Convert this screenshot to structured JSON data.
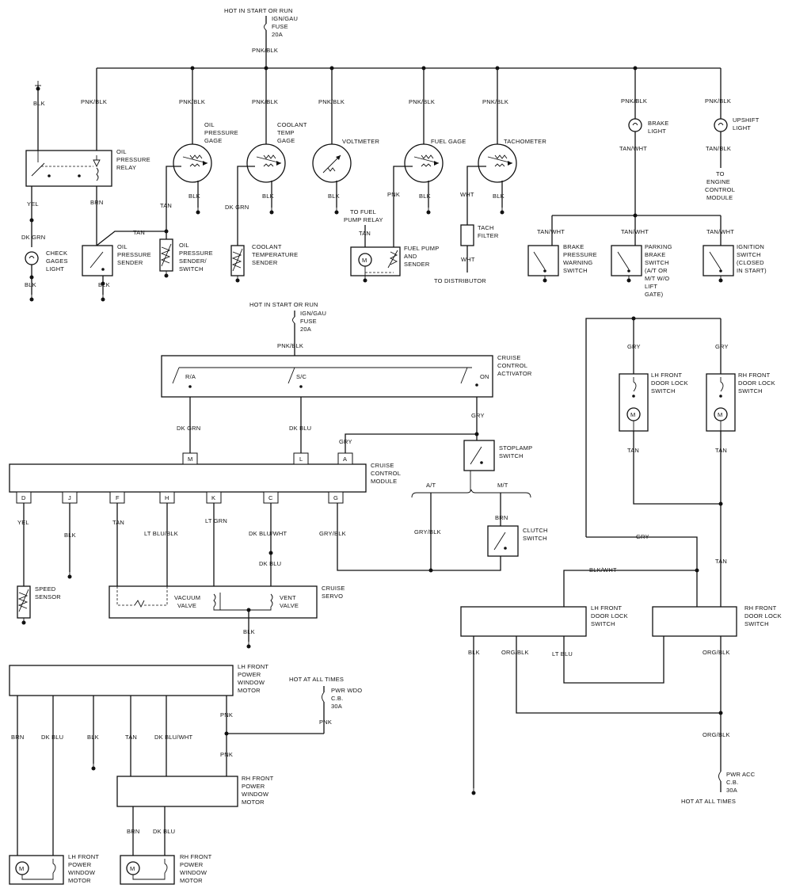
{
  "section1": {
    "power_title": "HOT IN START OR RUN",
    "fuse": [
      "IGN/GAU",
      "FUSE",
      "20A"
    ],
    "bus_wire": "PNK/BLK",
    "relay": [
      "OIL",
      "PRESSURE",
      "RELAY"
    ],
    "gauges": {
      "oil": [
        "OIL",
        "PRESSURE",
        "GAGE"
      ],
      "coolant": [
        "COOLANT",
        "TEMP",
        "GAGE"
      ],
      "voltmeter": "VOLTMETER",
      "fuel": "FUEL GAGE",
      "tach": "TACHOMETER"
    },
    "lights": {
      "brake": [
        "BRAKE",
        "LIGHT"
      ],
      "upshift": [
        "UPSHIFT",
        "LIGHT"
      ],
      "check_gages": [
        "CHECK",
        "GAGES",
        "LIGHT"
      ]
    },
    "senders": {
      "oil_sender": [
        "OIL",
        "PRESSURE",
        "SENDER"
      ],
      "oil_switch": [
        "OIL",
        "PRESSURE",
        "SENDER/",
        "SWITCH"
      ],
      "coolant_sender": [
        "COOLANT",
        "TEMPERATURE",
        "SENDER"
      ],
      "fuel_pump": [
        "FUEL PUMP",
        "AND",
        "SENDER"
      ],
      "tach_filter": [
        "TACH",
        "FILTER"
      ]
    },
    "switches": {
      "brake_pressure": [
        "BRAKE",
        "PRESSURE",
        "WARNING",
        "SWITCH"
      ],
      "parking_brake": [
        "PARKING",
        "BRAKE",
        "SWITCH",
        "(A/T OR",
        "M/T W/O",
        "LIFT",
        "GATE)"
      ],
      "ignition": [
        "IGNITION",
        "SWITCH",
        "(CLOSED",
        "IN START)"
      ]
    },
    "notes": {
      "fuel_relay": [
        "TO FUEL",
        "PUMP RELAY"
      ],
      "distributor": "TO DISTRIBUTOR",
      "ecm": [
        "TO",
        "ENGINE",
        "CONTROL",
        "MODULE"
      ]
    }
  },
  "section2": {
    "power_title": "HOT IN START OR RUN",
    "fuse": [
      "IGN/GAU",
      "FUSE",
      "20A"
    ],
    "feed_wire": "PNK/BLK",
    "activator": [
      "CRUISE",
      "CONTROL",
      "ACTIVATOR"
    ],
    "activator_contacts": [
      "R/A",
      "S/C",
      "ON"
    ],
    "module": [
      "CRUISE",
      "CONTROL",
      "MODULE"
    ],
    "top_pins": [
      "M",
      "L",
      "A"
    ],
    "bottom_pins": [
      "D",
      "J",
      "F",
      "H",
      "K",
      "C",
      "G"
    ],
    "stoplamp": [
      "STOPLAMP",
      "SWITCH"
    ],
    "clutch": [
      "CLUTCH",
      "SWITCH"
    ],
    "trans": [
      "A/T",
      "M/T"
    ],
    "speed_sensor": [
      "SPEED",
      "SENSOR"
    ],
    "servo": [
      "CRUISE",
      "SERVO"
    ],
    "vacuum_valve": [
      "VACUUM",
      "VALVE"
    ],
    "vent_valve": [
      "VENT",
      "VALVE"
    ]
  },
  "section3": {
    "lh_switch_top": [
      "LH FRONT",
      "DOOR LOCK",
      "SWITCH"
    ],
    "rh_switch_top": [
      "RH FRONT",
      "DOOR LOCK",
      "SWITCH"
    ],
    "lh_switch_bottom": [
      "LH FRONT",
      "DOOR LOCK",
      "SWITCH"
    ],
    "rh_switch_bottom": [
      "RH FRONT",
      "DOOR LOCK",
      "SWITCH"
    ],
    "breaker": [
      "PWR ACC",
      "C.B.",
      "30A"
    ],
    "hot_note": "HOT AT ALL TIMES"
  },
  "section4": {
    "lh_motor_top": [
      "LH FRONT",
      "POWER",
      "WINDOW",
      "MOTOR"
    ],
    "rh_motor_top": [
      "RH FRONT",
      "POWER",
      "WINDOW",
      "MOTOR"
    ],
    "lh_motor_bottom": [
      "LH FRONT",
      "POWER",
      "WINDOW",
      "MOTOR"
    ],
    "rh_motor_bottom": [
      "RH FRONT",
      "POWER",
      "WINDOW",
      "MOTOR"
    ],
    "hot_note": "HOT AT ALL TIMES",
    "breaker": [
      "PWR WDO",
      "C.B.",
      "30A"
    ]
  },
  "wires": {
    "blk": "BLK",
    "pnk_blk": "PNK/BLK",
    "yel": "YEL",
    "dk_grn": "DK GRN",
    "brn": "BRN",
    "tan": "TAN",
    "pnk": "PNK",
    "wht": "WHT",
    "tan_wht": "TAN/WHT",
    "tan_blk": "TAN/BLK",
    "dk_blu": "DK BLU",
    "gry": "GRY",
    "lt_blu_blk": "LT BLU/BLK",
    "lt_grn": "LT GRN",
    "dk_blu_wht": "DK BLU/WHT",
    "gry_blk": "GRY/BLK",
    "blk_wht": "BLK/WHT",
    "org_blk": "ORG/BLK",
    "lt_blu": "LT BLU"
  }
}
